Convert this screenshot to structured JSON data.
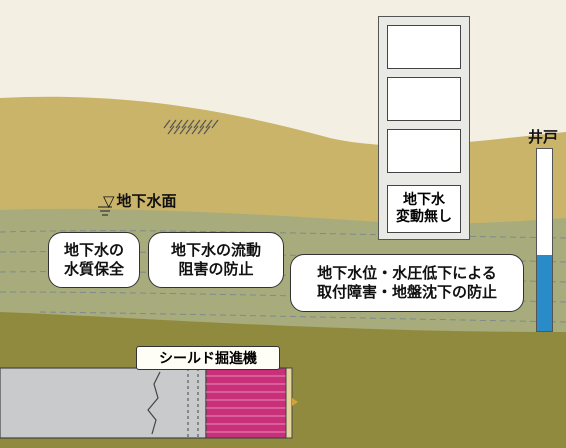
{
  "colors": {
    "topsoil": "#c9b46a",
    "aquifer": "#a8ac7c",
    "lower_ground": "#8f8a3e",
    "water": "#2a8bc9",
    "shield_body": "#c9cacb",
    "shield_cutter": "#c8307a"
  },
  "water_table": {
    "icon": "water-level-triangle",
    "label": "地下水面"
  },
  "bubbles": {
    "quality": [
      "地下水の",
      "水質保全"
    ],
    "flow": [
      "地下水の流動",
      "阻害の防止"
    ],
    "level": [
      "地下水位・水圧低下による",
      "取付障害・地盤沈下の防止"
    ]
  },
  "gauge": {
    "note": [
      "地下水",
      "変動無し"
    ]
  },
  "well": {
    "label": "井戸",
    "water_level_fraction": 0.42
  },
  "shield_machine": {
    "label": "シールド掘進機"
  }
}
